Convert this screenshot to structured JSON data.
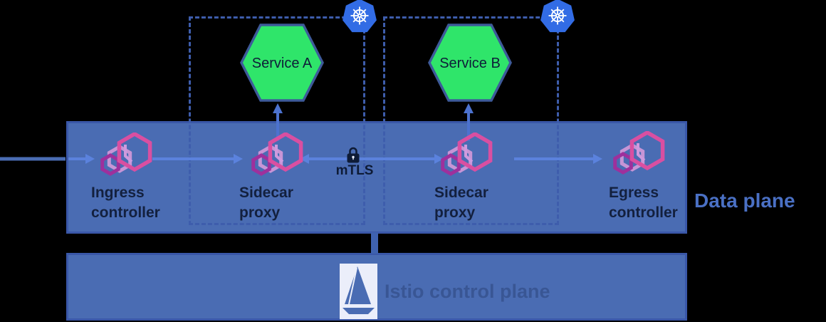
{
  "services": [
    {
      "name": "Service A"
    },
    {
      "name": "Service B"
    }
  ],
  "dataPlane": {
    "caption": "Data plane",
    "mtls": "mTLS",
    "nodes": [
      {
        "line1": "Ingress",
        "line2": "controller"
      },
      {
        "line1": "Sidecar",
        "line2": "proxy"
      },
      {
        "line1": "Sidecar",
        "line2": "proxy"
      },
      {
        "line1": "Egress",
        "line2": "controller"
      }
    ]
  },
  "controlPlane": {
    "caption": "Istio control plane"
  },
  "icons": {
    "kubernetes": "blue heptagon with white ship-wheel",
    "istio": "blue sailboat on light box",
    "proxy": "three overlapping pink hexagon outlines",
    "mtls": "dark padlock"
  },
  "colors": {
    "panelFill": "#4a6cb3",
    "panelBorder": "#3a57a8",
    "dashedBoundary": "#3e5dac",
    "arrowLight": "#5b82dd",
    "arrowVertical": "#4c72cf",
    "serviceFill": "#2fe56a",
    "serviceBorder": "#3d5a99",
    "kubernetesBlue": "#326ce5",
    "iconPink": "#d94fa1",
    "iconPinkLight": "#c795d6",
    "iconMagenta": "#9e309c",
    "labelDark": "#13203e",
    "captionBlue": "#4a70c4"
  }
}
